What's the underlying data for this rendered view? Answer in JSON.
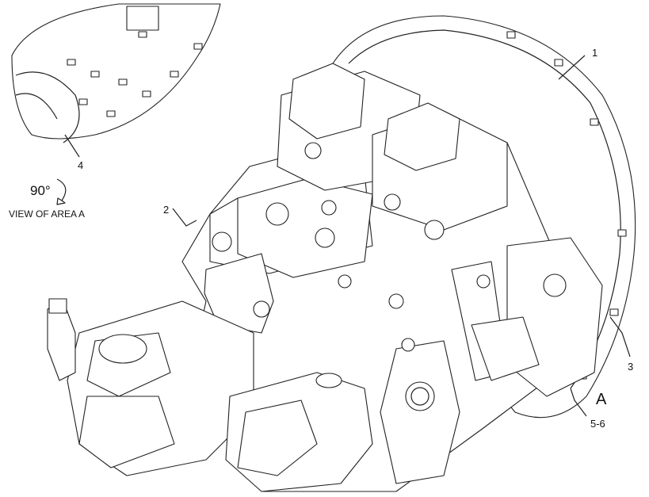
{
  "diagram": {
    "callouts": [
      "1",
      "2",
      "3",
      "4",
      "5-6"
    ],
    "area_label": "A",
    "inset": {
      "rotation": "90°",
      "caption": "VIEW OF AREA A"
    }
  }
}
